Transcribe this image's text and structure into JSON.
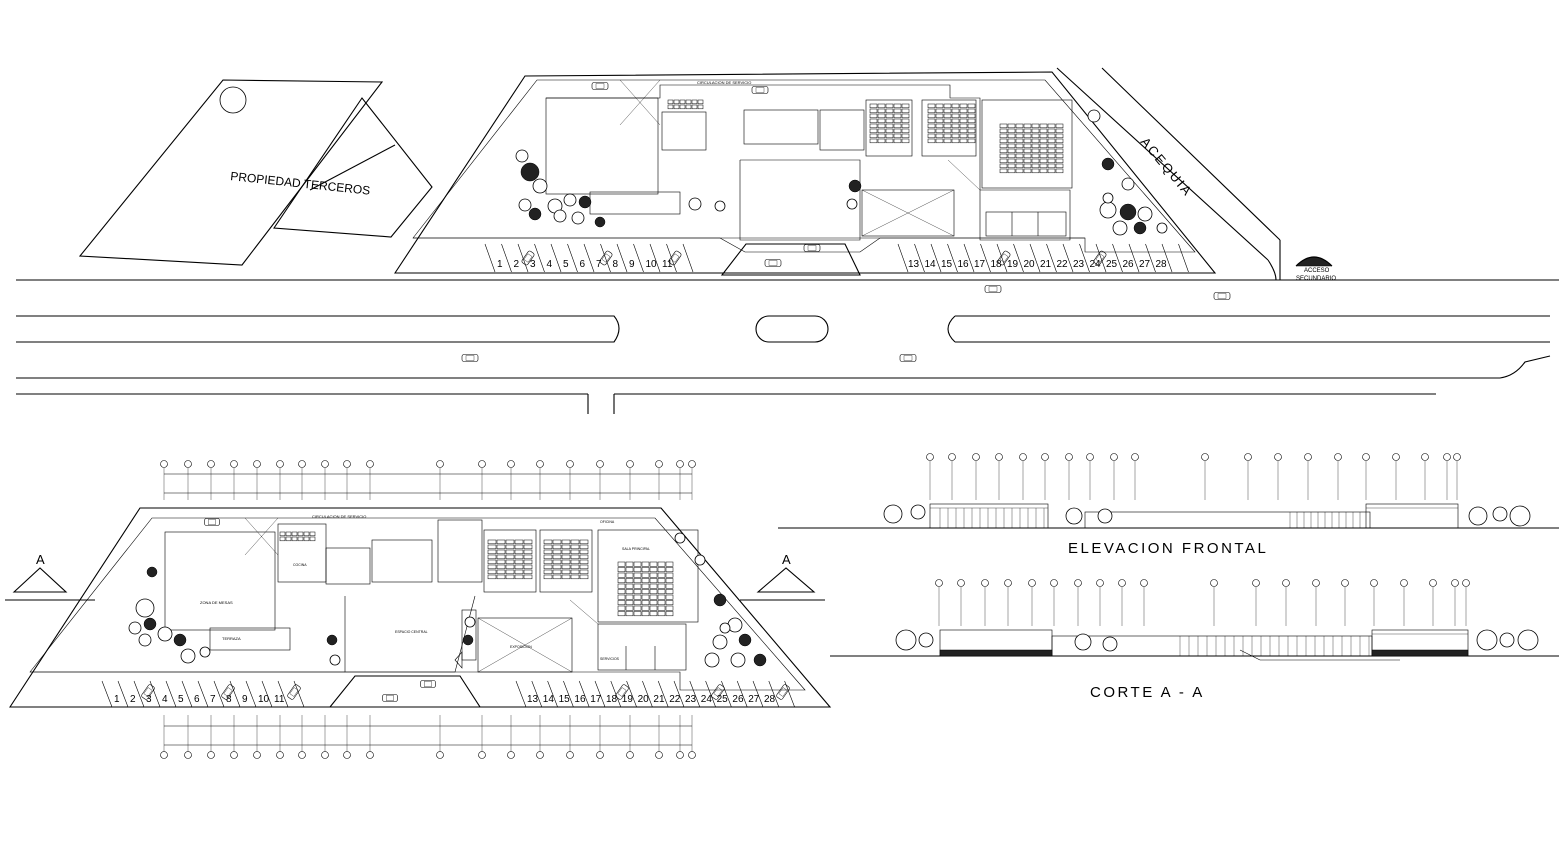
{
  "site_plan": {
    "neighbor_label": "PROPIEDAD TERCEROS",
    "canal_label": "ACEQUIA",
    "secondary_access_label": [
      "ACCESO",
      "SECUNDARIO"
    ],
    "service_road_label": "CIRCULACION DE SERVICIO",
    "parking_numbers_left": [
      "1",
      "2",
      "3",
      "4",
      "5",
      "6",
      "7",
      "8",
      "9",
      "10",
      "11"
    ],
    "parking_numbers_right": [
      "13",
      "14",
      "15",
      "16",
      "17",
      "18",
      "19",
      "20",
      "21",
      "22",
      "23",
      "24",
      "25",
      "26",
      "27",
      "28"
    ]
  },
  "floor_plan": {
    "service_road_label": "CIRCULACION DE SERVICIO",
    "section_mark": "A",
    "parking_numbers_left": [
      "1",
      "2",
      "3",
      "4",
      "5",
      "6",
      "7",
      "8",
      "9",
      "10",
      "11"
    ],
    "parking_numbers_right": [
      "13",
      "14",
      "15",
      "16",
      "17",
      "18",
      "19",
      "20",
      "21",
      "22",
      "23",
      "24",
      "25",
      "26",
      "27",
      "28"
    ],
    "rooms": [
      "ZONA DE MESAS",
      "TERRAZA",
      "COCINA",
      "OFICINA",
      "SALA PRINCIPAL",
      "EXPOSICION",
      "ESPACIO CENTRAL",
      "SERVICIOS"
    ]
  },
  "elevation": {
    "title": "ELEVACION FRONTAL"
  },
  "section": {
    "title": "CORTE   A  -  A"
  }
}
